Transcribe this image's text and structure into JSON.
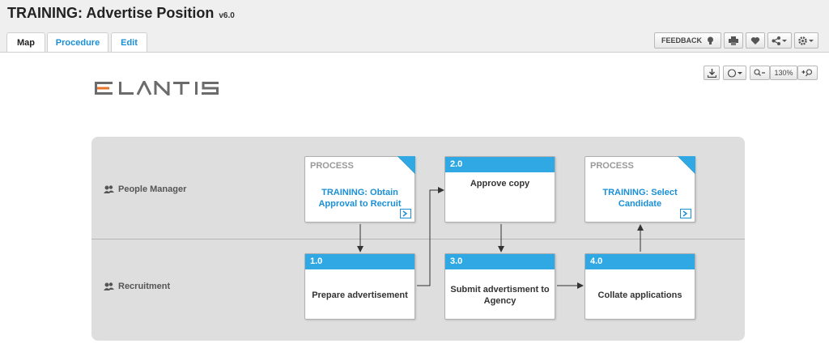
{
  "header": {
    "title": "TRAINING: Advertise Position",
    "version": "v6.0",
    "tabs": [
      {
        "label": "Map",
        "active": true
      },
      {
        "label": "Procedure",
        "active": false
      },
      {
        "label": "Edit",
        "active": false
      }
    ],
    "feedback_label": "FEEDBACK",
    "icons": [
      "lightbulb-icon",
      "print-icon",
      "heart-icon",
      "share-icon",
      "gear-icon"
    ]
  },
  "map_toolbar": {
    "zoom": "130%",
    "icons": [
      "download-icon",
      "circle-icon",
      "zoom-out-icon",
      "zoom-in-icon"
    ]
  },
  "logo": {
    "text": "ELANTIS",
    "accent": "#e8742a",
    "color": "#6b6b6b"
  },
  "colors": {
    "box_header": "#2fa8e4",
    "link": "#1a8fd6",
    "lane_bg": "#dedede"
  },
  "lanes": [
    {
      "label": "People Manager",
      "icon": "users-icon"
    },
    {
      "label": "Recruitment",
      "icon": "users-icon"
    }
  ],
  "boxes": {
    "proc_obtain": {
      "label": "PROCESS",
      "text": "TRAINING: Obtain Approval to Recruit"
    },
    "approve": {
      "number": "2.0",
      "text": "Approve copy"
    },
    "proc_select": {
      "label": "PROCESS",
      "text": "TRAINING: Select Candidate"
    },
    "prepare": {
      "number": "1.0",
      "text": "Prepare advertisement"
    },
    "submit": {
      "number": "3.0",
      "text": "Submit advertisment to Agency"
    },
    "collate": {
      "number": "4.0",
      "text": "Collate applications"
    }
  }
}
